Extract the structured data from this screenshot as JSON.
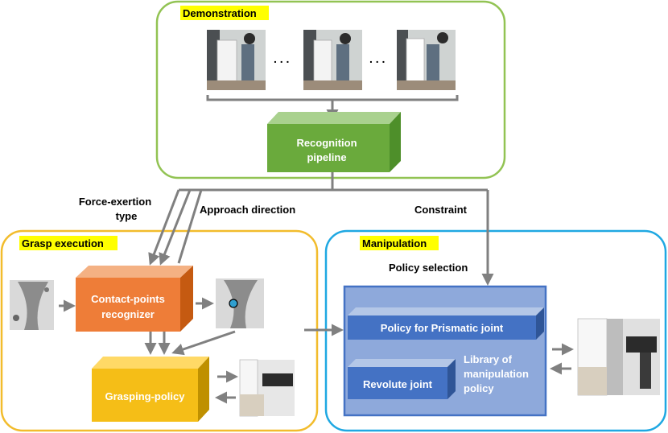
{
  "sections": {
    "demonstration": "Demonstration",
    "grasp": "Grasp execution",
    "manipulation": "Manipulation"
  },
  "ellipsis": ". . .",
  "recognition": {
    "line1": "Recognition",
    "line2": "pipeline"
  },
  "edges": {
    "force_line1": "Force-exertion",
    "force_line2": "type",
    "approach": "Approach direction",
    "constraint": "Constraint",
    "policy_selection": "Policy selection"
  },
  "contact": {
    "line1": "Contact-points",
    "line2": "recognizer"
  },
  "grasping": "Grasping-policy",
  "library": {
    "prismatic": "Policy for Prismatic joint",
    "revolute": "Revolute joint",
    "line1": "Library of",
    "line2": "manipulation",
    "line3": "policy"
  },
  "colors": {
    "demo_border": "#92c353",
    "grasp_border": "#f2bc2c",
    "manip_border": "#1fa8e2",
    "highlight": "#ffff00",
    "recognition_box": "#6aaa3c",
    "contact_box": "#ee7d38",
    "grasping_box": "#f5be17",
    "library_panel": "#8ea9db",
    "policy_box": "#4472c4",
    "arrow": "#808080"
  }
}
